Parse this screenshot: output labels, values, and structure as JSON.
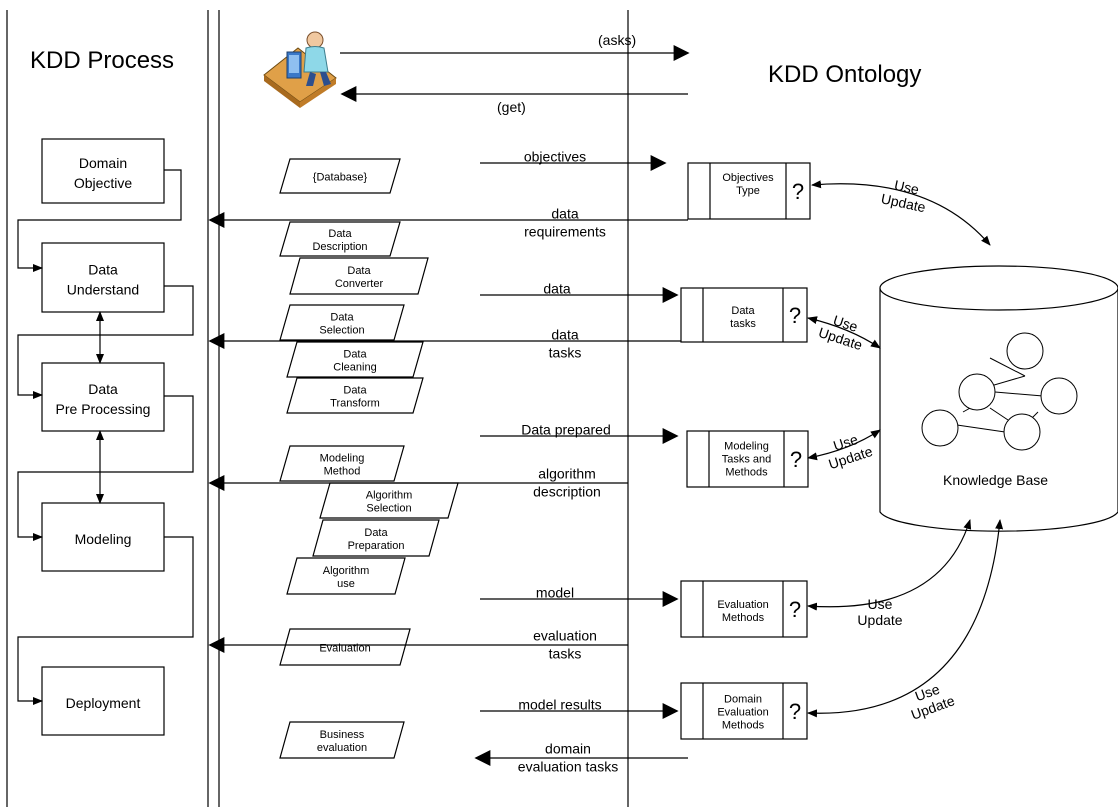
{
  "lanes": {
    "process_title": "KDD Process",
    "ontology_title": "KDD Ontology"
  },
  "user": {
    "ask_label": "(asks)",
    "get_label": "(get)",
    "icon": "user-at-computer-icon"
  },
  "process_steps": [
    {
      "lines": [
        "Domain",
        "Objective"
      ]
    },
    {
      "lines": [
        "Data",
        "Understand"
      ]
    },
    {
      "lines": [
        "Data",
        "Pre Processing"
      ]
    },
    {
      "lines": [
        "Modeling"
      ]
    },
    {
      "lines": [
        "Deployment"
      ]
    }
  ],
  "artifacts": [
    {
      "lines": [
        "{Database}"
      ]
    },
    {
      "lines": [
        "Data",
        "Description"
      ]
    },
    {
      "lines": [
        "Data",
        "Converter"
      ]
    },
    {
      "lines": [
        "Data",
        "Selection"
      ]
    },
    {
      "lines": [
        "Data",
        "Cleaning"
      ]
    },
    {
      "lines": [
        "Data",
        "Transform"
      ]
    },
    {
      "lines": [
        "Modeling",
        "Method"
      ]
    },
    {
      "lines": [
        "Algorithm",
        "Selection"
      ]
    },
    {
      "lines": [
        "Data",
        "Preparation"
      ]
    },
    {
      "lines": [
        "Algorithm",
        "use"
      ]
    },
    {
      "lines": [
        "Evaluation"
      ]
    },
    {
      "lines": [
        "Business",
        "evaluation"
      ]
    }
  ],
  "flow_labels": [
    {
      "lines": [
        "objectives"
      ]
    },
    {
      "lines": [
        "data",
        "requirements"
      ]
    },
    {
      "lines": [
        "data"
      ]
    },
    {
      "lines": [
        "data",
        "tasks"
      ]
    },
    {
      "lines": [
        "Data prepared"
      ]
    },
    {
      "lines": [
        "algorithm",
        "description"
      ]
    },
    {
      "lines": [
        "model"
      ]
    },
    {
      "lines": [
        "evaluation",
        "tasks"
      ]
    },
    {
      "lines": [
        "model results"
      ]
    },
    {
      "lines": [
        "domain",
        "evaluation tasks"
      ]
    }
  ],
  "ontology_boxes": [
    {
      "lines": [
        "Objectives",
        "Type"
      ],
      "mark": "?"
    },
    {
      "lines": [
        "Data",
        "tasks"
      ],
      "mark": "?"
    },
    {
      "lines": [
        "Modeling",
        "Tasks and",
        "Methods"
      ],
      "mark": "?"
    },
    {
      "lines": [
        "Evaluation",
        "Methods"
      ],
      "mark": "?"
    },
    {
      "lines": [
        "Domain",
        "Evaluation",
        "Methods"
      ],
      "mark": "?"
    }
  ],
  "use_update": [
    "Use",
    "Update"
  ],
  "knowledge_base": {
    "label": "Knowledge Base"
  }
}
